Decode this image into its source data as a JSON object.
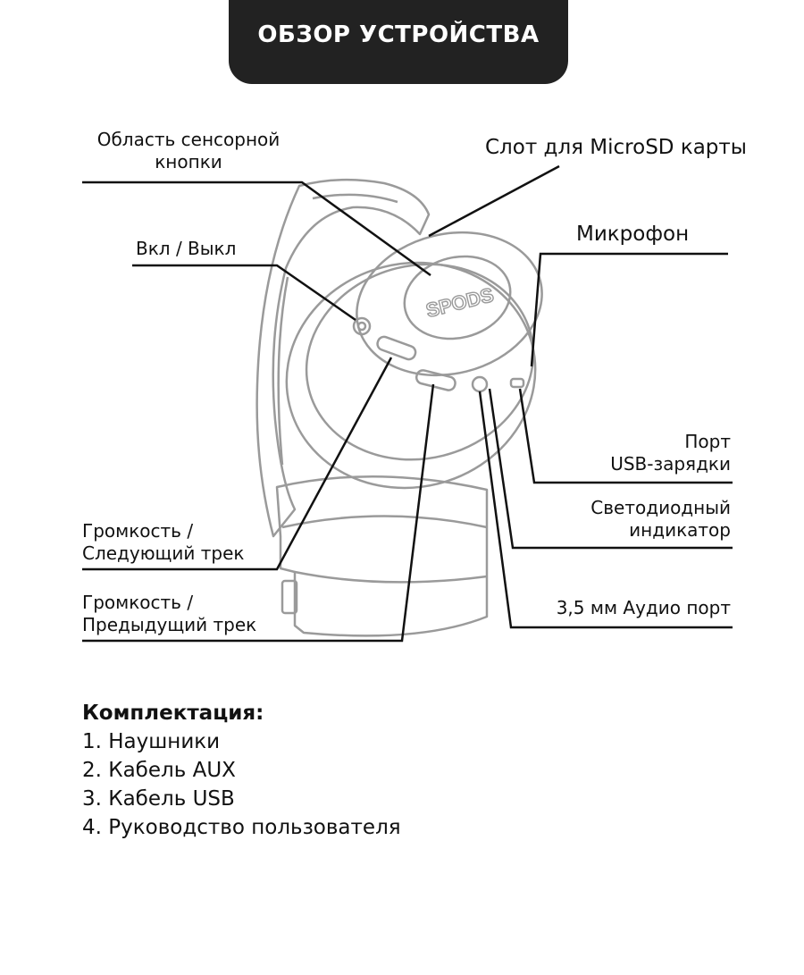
{
  "header": {
    "title": "ОБЗОР УСТРОЙСТВА"
  },
  "device": {
    "brand_logo": "SPODS"
  },
  "callouts": {
    "touch_area": "Область сенсорной\nкнопки",
    "microsd_slot": "Слот для MicroSD карты",
    "power": "Вкл / Выкл",
    "microphone": "Микрофон",
    "usb_port_line1": "Порт",
    "usb_port_line2": "USB-зарядки",
    "led_line1": "Светодиодный",
    "led_line2": "индикатор",
    "vol_next_line1": "Громкость /",
    "vol_next_line2": "Следующий трек",
    "vol_prev_line1": "Громкость /",
    "vol_prev_line2": "Предыдущий трек",
    "audio_port": "3,5 мм Аудио порт"
  },
  "package": {
    "heading": "Комплектация:",
    "items": [
      "1. Наушники",
      "2. Кабель AUX",
      "3. Кабель USB",
      "4. Руководство пользователя"
    ]
  },
  "colors": {
    "header_bg": "#222222",
    "outline": "#9a9a9a",
    "line": "#111111"
  }
}
